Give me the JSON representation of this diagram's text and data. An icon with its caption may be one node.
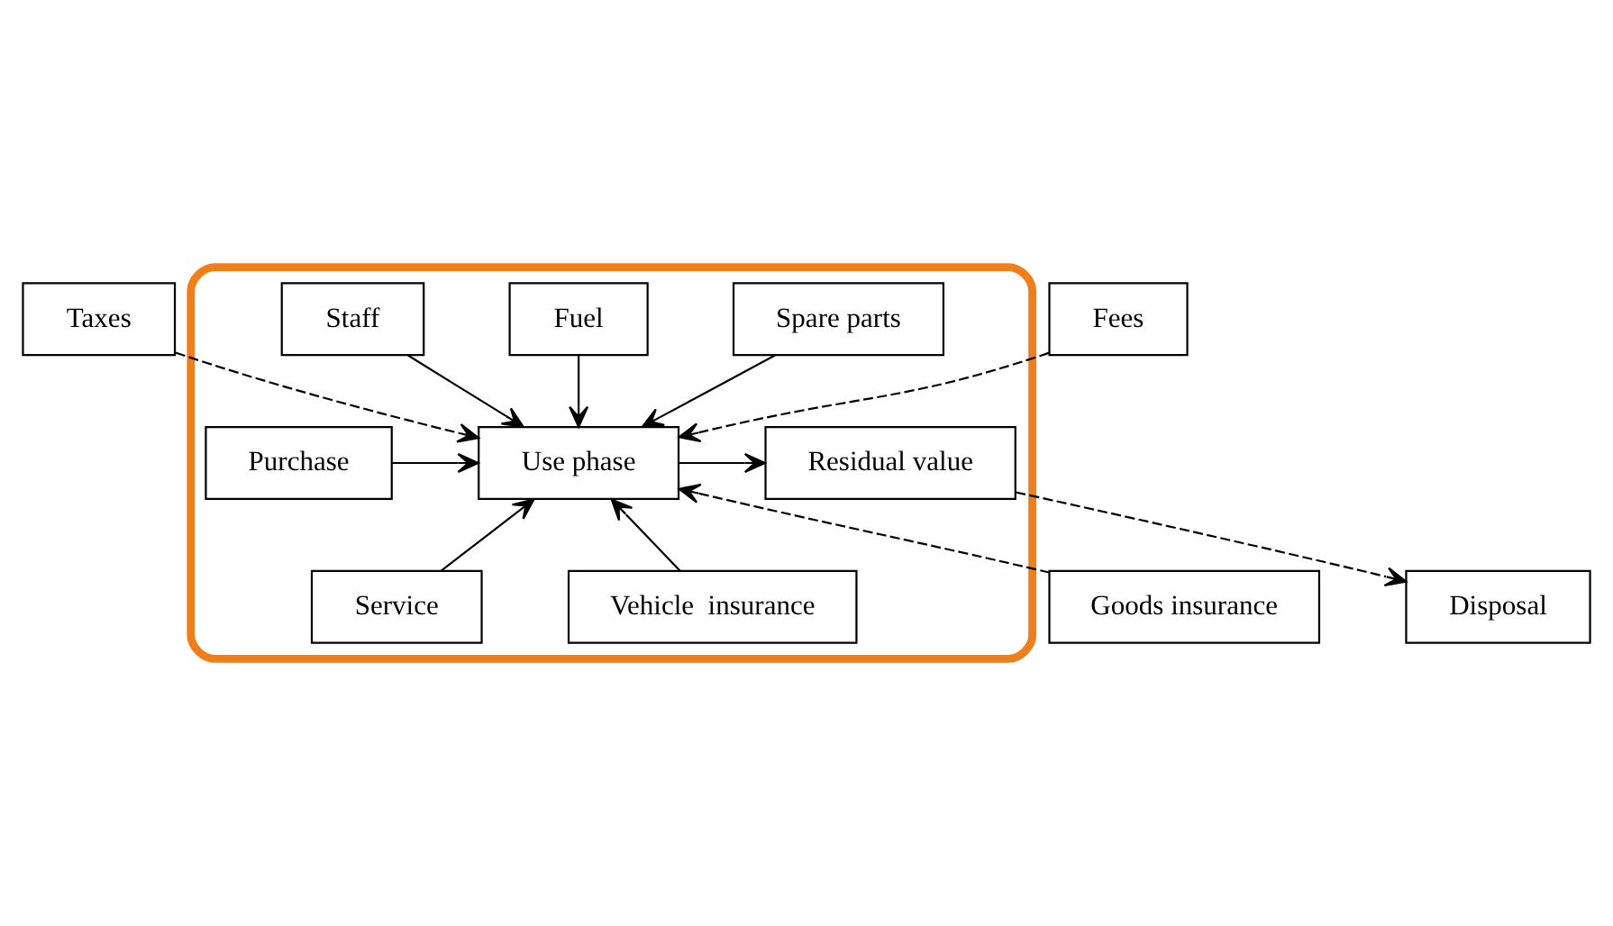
{
  "diagram": {
    "nodes": [
      {
        "text": [
          "Taxes"
        ]
      },
      {
        "text": [
          "Fees"
        ]
      },
      {
        "text": [],
        "shape": "box"
      },
      {
        "text": [
          "Spare parts"
        ],
        "in": 2
      },
      {
        "text": [
          "Fuel"
        ],
        "in": 2
      },
      {
        "text": [
          "Staff"
        ],
        "in": 2
      },
      {
        "text": [
          "Purchase"
        ],
        "in": 2
      },
      {
        "text": [
          "Use phase"
        ],
        "in": 2
      },
      {
        "text": [
          "Residual value"
        ],
        "in": 2
      },
      {
        "text": [
          "Disposal"
        ]
      },
      {
        "text": [
          "Service"
        ],
        "in": 2
      },
      {
        "text": [
          "Vehicle  insurance"
        ],
        "in": 2
      },
      {
        "text": [
          "Goods insurance"
        ]
      }
    ],
    "edges": [
      {
        "from": 0,
        "to": 7,
        "arrow": "to",
        "style": "dashed"
      },
      {
        "from": 1,
        "to": 7,
        "arrow": "to",
        "style": "dashed"
      },
      {
        "from": 3,
        "to": 7,
        "arrow": "to"
      },
      {
        "from": 4,
        "to": 7,
        "arrow": "to"
      },
      {
        "from": 5,
        "to": 7,
        "arrow": "to"
      },
      {
        "from": 6,
        "to": 7,
        "arrow": "to"
      },
      {
        "from": 7,
        "to": 8,
        "arrow": "to"
      },
      {
        "from": 8,
        "to": 9,
        "arrow": "to",
        "style": "dashed"
      },
      {
        "from": 10,
        "to": 7,
        "arrow": "to"
      },
      {
        "from": 11,
        "to": 7,
        "arrow": "to"
      },
      {
        "from": 12,
        "to": 7,
        "arrow": "to",
        "style": "dashed"
      }
    ]
  }
}
